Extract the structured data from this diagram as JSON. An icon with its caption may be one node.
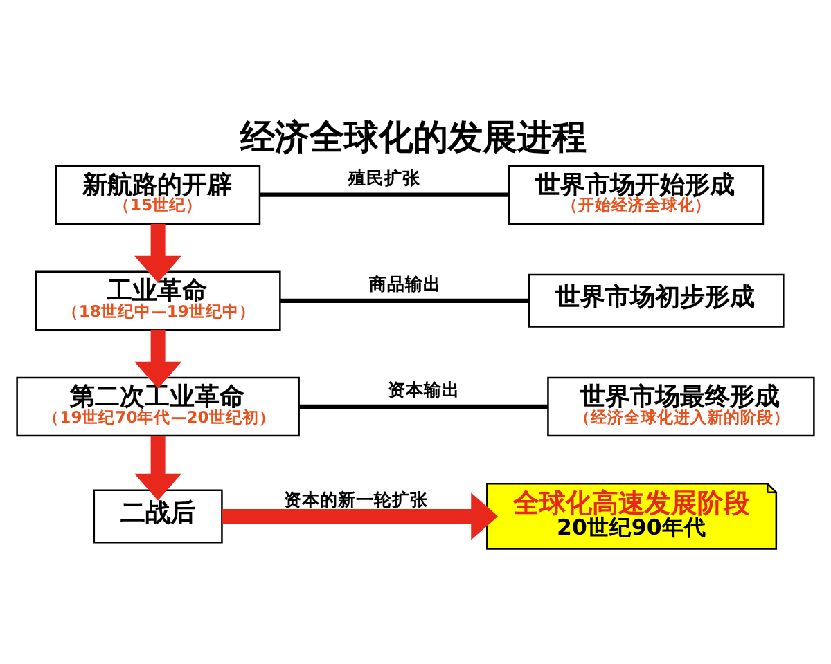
{
  "diagram": {
    "title": "经济全球化的发展进程",
    "nodes": [
      {
        "text": [
          "新航路的开辟",
          "（15世纪）"
        ]
      },
      {
        "text": [
          "世界市场开始形成",
          "（开始经济全球化）"
        ]
      },
      {
        "text": [
          "工业革命",
          "（18世纪中—19世纪中）"
        ]
      },
      {
        "text": [
          "世界市场初步形成"
        ]
      },
      {
        "text": [
          "第二次工业革命",
          "（19世纪70年代—20世纪初）"
        ]
      },
      {
        "text": [
          "世界市场最终形成",
          "（经济全球化进入新的阶段）"
        ]
      },
      {
        "text": [
          "二战后"
        ]
      },
      {
        "text": [
          "全球化高速发展阶段",
          "20世纪90年代"
        ]
      }
    ],
    "edges": [
      {
        "from": 0,
        "to": 1,
        "arrow": "none",
        "label": "殖民扩张",
        "color": "#000000"
      },
      {
        "from": 0,
        "to": 2,
        "arrow": "to"
      },
      {
        "from": 2,
        "to": 3,
        "arrow": "none",
        "label": "商品输出",
        "color": "#000000"
      },
      {
        "from": 2,
        "to": 4,
        "arrow": "to"
      },
      {
        "from": 4,
        "to": 5,
        "arrow": "none",
        "label": "资本输出",
        "color": "#000000"
      },
      {
        "from": 4,
        "to": 6,
        "arrow": "to"
      },
      {
        "from": 6,
        "to": 7,
        "arrow": "to",
        "label": "资本的新一轮扩张"
      }
    ]
  }
}
